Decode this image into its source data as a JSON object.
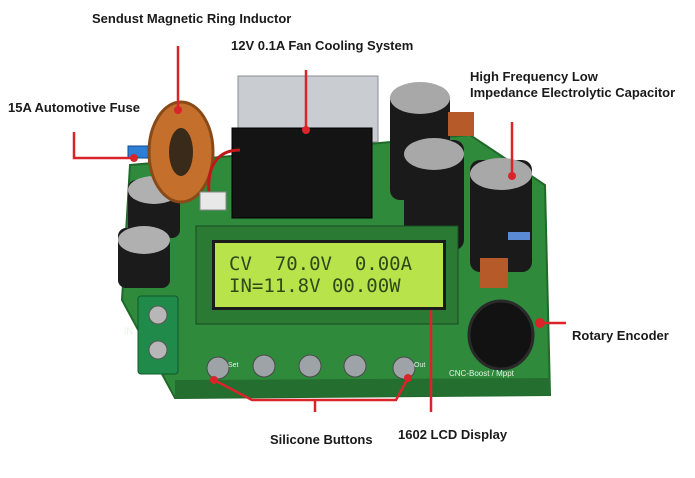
{
  "labels": {
    "inductor": "Sendust Magnetic Ring Inductor",
    "fan": "12V 0.1A Fan Cooling System",
    "capacitor_line1": "High Frequency Low",
    "capacitor_line2": "Impedance Electrolytic Capacitor",
    "fuse": "15A  Automotive Fuse",
    "encoder": "Rotary Encoder",
    "buttons": "Silicone Buttons",
    "lcd": "1602 LCD Display"
  },
  "lcd": {
    "line1": "CV  70.0V  0.00A",
    "line2": "IN=11.8V 00.00W"
  },
  "board_text": {
    "set": "Set",
    "out": "Out",
    "model": "CNC-Boost / Mppt",
    "in": "IN"
  },
  "colors": {
    "pointer": "#d9242a",
    "pcb": "#2f8a3c",
    "lcd_backlight": "#b9e34a"
  }
}
